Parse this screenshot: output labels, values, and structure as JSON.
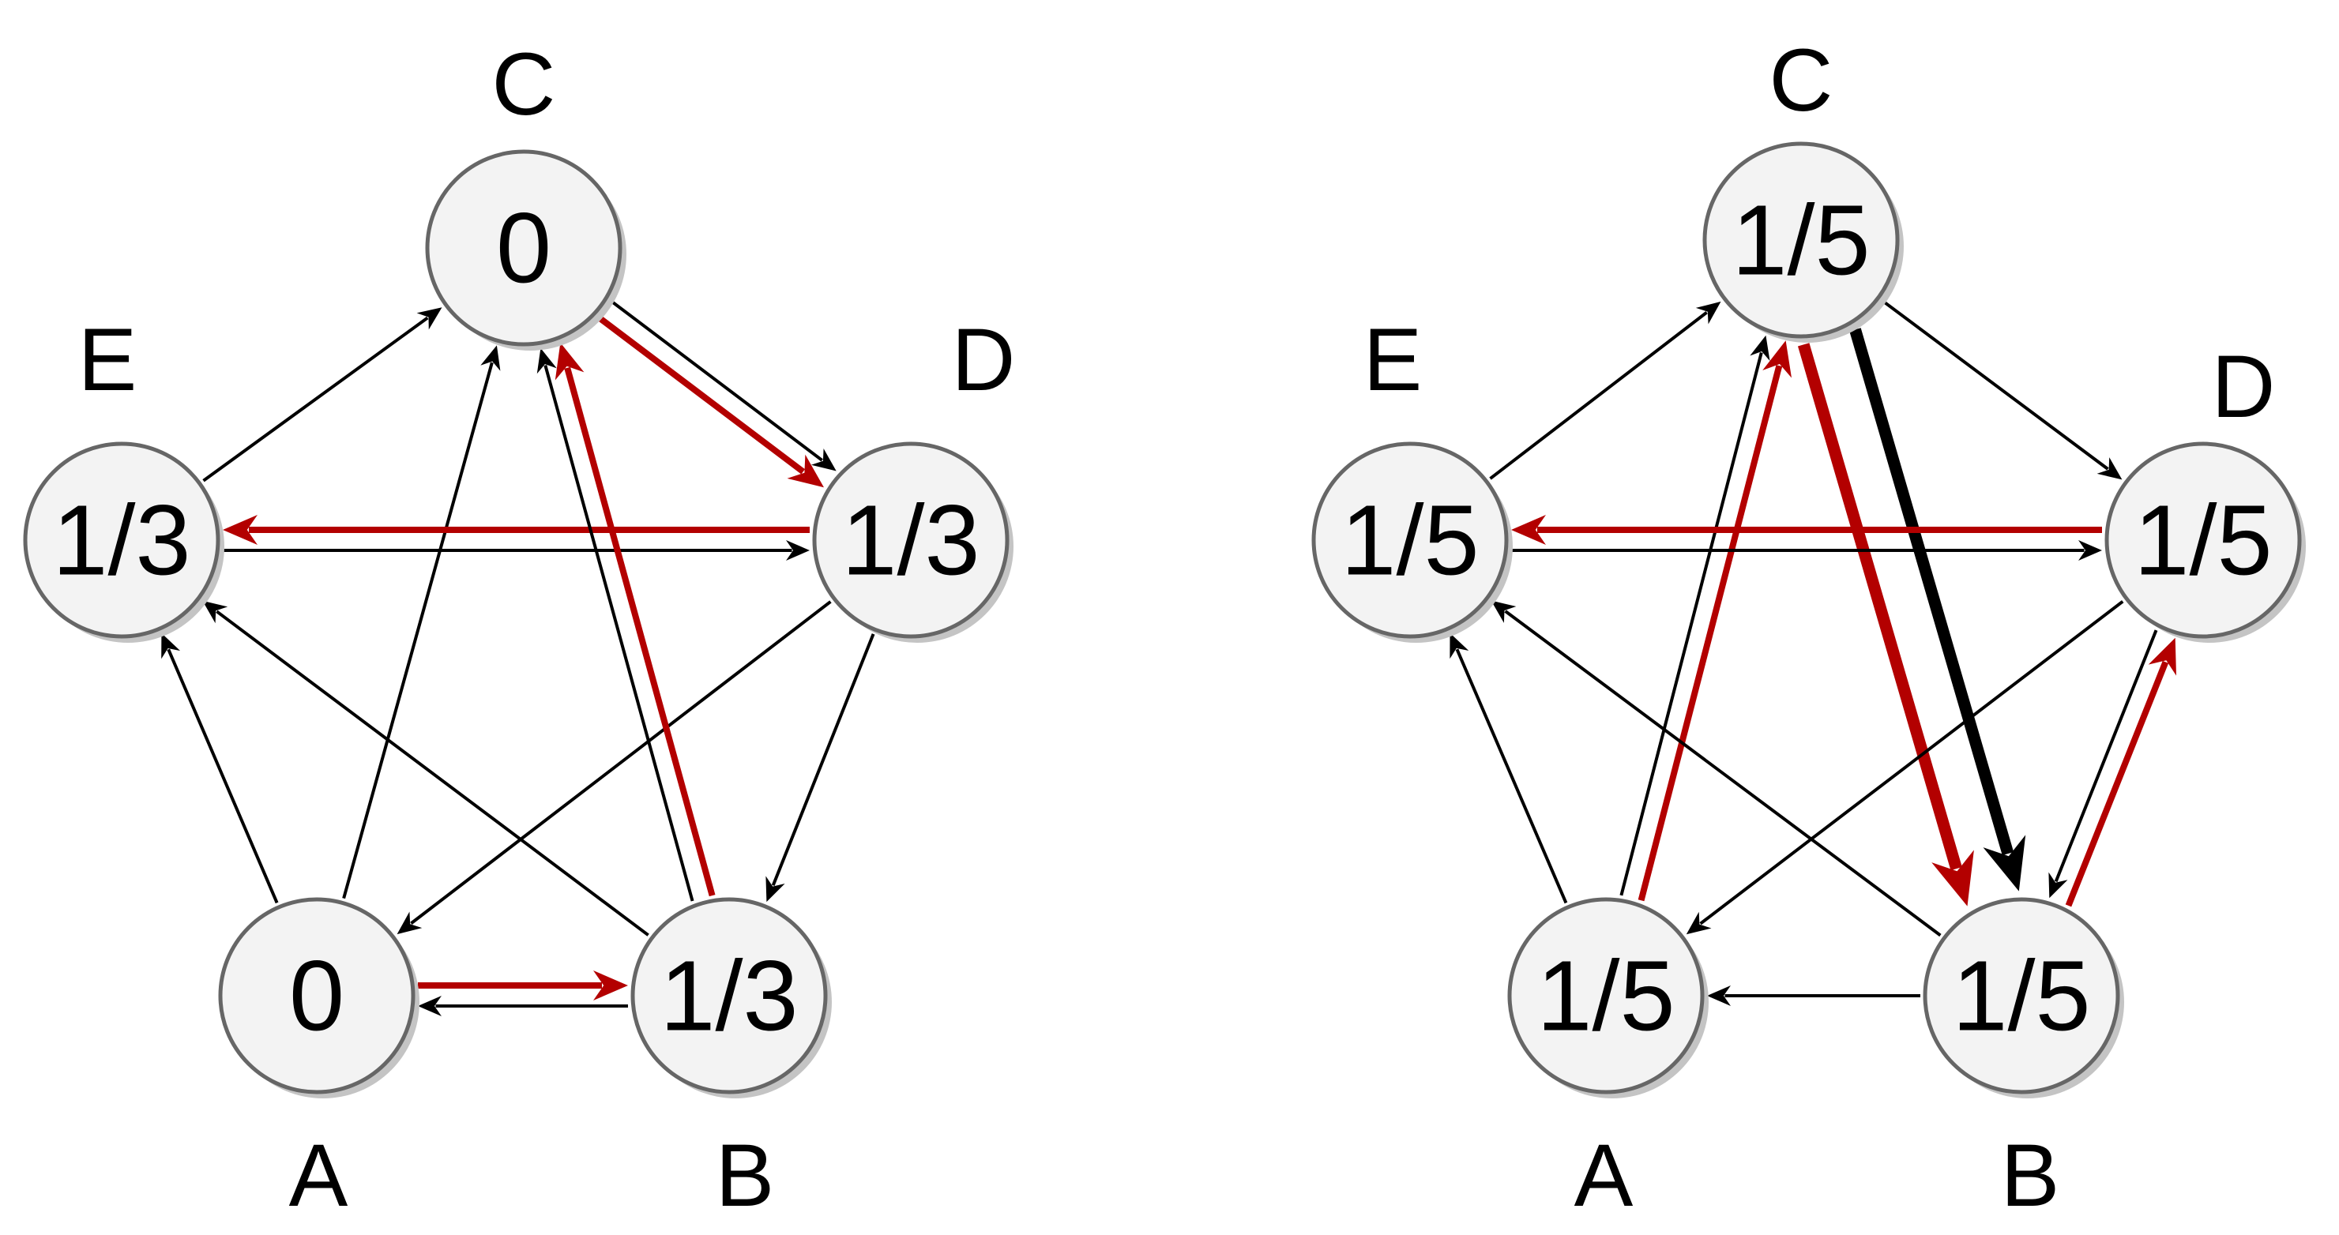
{
  "colors": {
    "edge_default": "#000000",
    "edge_highlight": "#b30000",
    "node_fill": "#f3f3f3",
    "node_stroke": "#666666"
  },
  "graphs": [
    {
      "nodes": {
        "A": {
          "label": "A",
          "value": "0"
        },
        "B": {
          "label": "B",
          "value": "1/3"
        },
        "C": {
          "label": "C",
          "value": "0"
        },
        "D": {
          "label": "D",
          "value": "1/3"
        },
        "E": {
          "label": "E",
          "value": "1/3"
        }
      },
      "edges": [
        {
          "from": "E",
          "to": "C",
          "color": "black",
          "weight": "thin"
        },
        {
          "from": "A",
          "to": "C",
          "color": "black",
          "weight": "thin"
        },
        {
          "from": "C",
          "to": "D",
          "color": "black",
          "weight": "thin"
        },
        {
          "from": "C",
          "to": "D",
          "color": "red",
          "weight": "medium"
        },
        {
          "from": "E",
          "to": "D",
          "color": "black",
          "weight": "thin"
        },
        {
          "from": "D",
          "to": "E",
          "color": "red",
          "weight": "medium"
        },
        {
          "from": "D",
          "to": "A",
          "color": "black",
          "weight": "thin"
        },
        {
          "from": "D",
          "to": "B",
          "color": "black",
          "weight": "thin"
        },
        {
          "from": "B",
          "to": "C",
          "color": "black",
          "weight": "thin"
        },
        {
          "from": "B",
          "to": "C",
          "color": "red",
          "weight": "medium"
        },
        {
          "from": "B",
          "to": "E",
          "color": "black",
          "weight": "thin"
        },
        {
          "from": "A",
          "to": "E",
          "color": "black",
          "weight": "thin"
        },
        {
          "from": "A",
          "to": "B",
          "color": "red",
          "weight": "medium"
        },
        {
          "from": "B",
          "to": "A",
          "color": "black",
          "weight": "thin"
        }
      ]
    },
    {
      "nodes": {
        "A": {
          "label": "A",
          "value": "1/5"
        },
        "B": {
          "label": "B",
          "value": "1/5"
        },
        "C": {
          "label": "C",
          "value": "1/5"
        },
        "D": {
          "label": "D",
          "value": "1/5"
        },
        "E": {
          "label": "E",
          "value": "1/5"
        }
      },
      "edges": [
        {
          "from": "E",
          "to": "C",
          "color": "black",
          "weight": "thin"
        },
        {
          "from": "A",
          "to": "C",
          "color": "black",
          "weight": "thin"
        },
        {
          "from": "A",
          "to": "C",
          "color": "red",
          "weight": "medium"
        },
        {
          "from": "C",
          "to": "D",
          "color": "black",
          "weight": "thin"
        },
        {
          "from": "C",
          "to": "B",
          "color": "red",
          "weight": "bold"
        },
        {
          "from": "C",
          "to": "B",
          "color": "black",
          "weight": "bold"
        },
        {
          "from": "E",
          "to": "D",
          "color": "black",
          "weight": "thin"
        },
        {
          "from": "D",
          "to": "E",
          "color": "red",
          "weight": "medium"
        },
        {
          "from": "D",
          "to": "A",
          "color": "black",
          "weight": "thin"
        },
        {
          "from": "D",
          "to": "B",
          "color": "black",
          "weight": "thin"
        },
        {
          "from": "B",
          "to": "D",
          "color": "red",
          "weight": "medium"
        },
        {
          "from": "B",
          "to": "E",
          "color": "black",
          "weight": "thin"
        },
        {
          "from": "A",
          "to": "E",
          "color": "black",
          "weight": "thin"
        },
        {
          "from": "B",
          "to": "A",
          "color": "black",
          "weight": "thin"
        }
      ]
    }
  ]
}
